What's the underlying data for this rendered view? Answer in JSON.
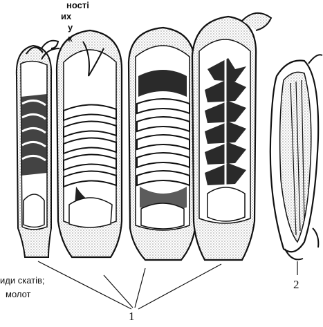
{
  "figure": {
    "caption_top_lines": [
      "ності",
      "их",
      "у",
      "к"
    ],
    "caption_bottom_lines": [
      "иди скатів;",
      "молот"
    ],
    "label_1": "1",
    "label_2": "2"
  },
  "palette": {
    "ink": "#111111",
    "stipple": "#cfcfcf",
    "dark_fill": "#1a1a1a",
    "paper": "#ffffff"
  }
}
